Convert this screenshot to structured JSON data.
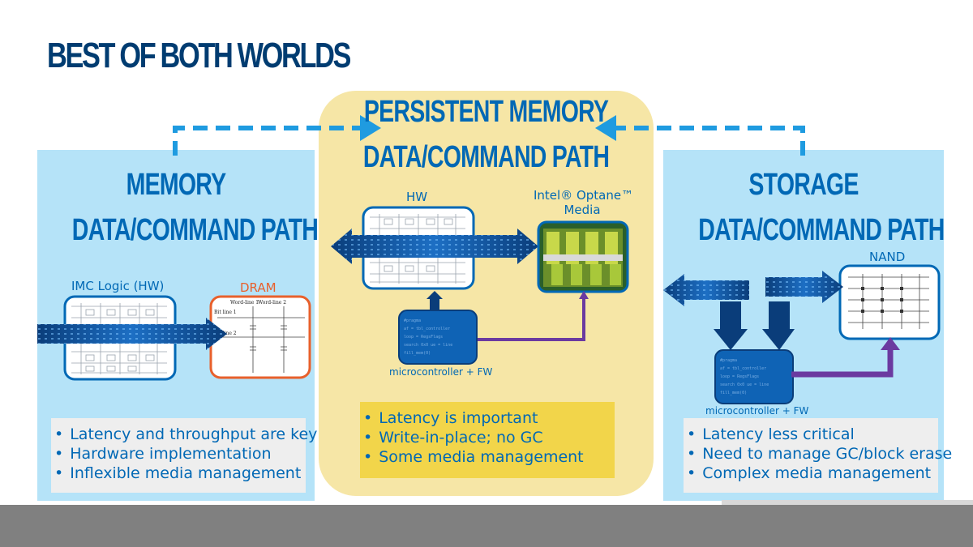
{
  "slide": {
    "title": "BEST OF BOTH WORLDS"
  },
  "memory": {
    "heading_line1": "MEMORY",
    "heading_line2": "DATA/COMMAND PATH",
    "imc_label": "IMC Logic (HW)",
    "dram_label": "DRAM",
    "dram_wordline1": "Word-line 1",
    "dram_wordline2": "Word-line 2",
    "dram_bitline1": "Bit line 1",
    "dram_bitline2": "Bit line 2",
    "bullets": [
      "Latency and throughput are key",
      "Hardware implementation",
      "Inflexible media management"
    ]
  },
  "persistent": {
    "heading_line1": "PERSISTENT MEMORY",
    "heading_line2": "DATA/COMMAND PATH",
    "hw_label": "HW",
    "optane_label_line1": "Intel® Optane™",
    "optane_label_line2": "Media",
    "mcu_label": "microcontroller + FW",
    "bullets": [
      "Latency is important",
      "Write-in-place; no GC",
      "Some media management"
    ]
  },
  "storage": {
    "heading_line1": "STORAGE",
    "heading_line2": "DATA/COMMAND PATH",
    "nand_label": "NAND",
    "mcu_label": "microcontroller + FW",
    "bullets": [
      "Latency less critical",
      "Need to manage GC/block erase",
      "Complex media management"
    ]
  },
  "colors": {
    "intel_blue": "#0068b5",
    "dark_blue": "#003c71",
    "panel_blue": "#b5e3f8",
    "panel_yellow": "#f6e6a6",
    "bullet_yellow": "#f2d54a",
    "dram_border": "#e8602c",
    "arrow_dashed": "#1f9be0",
    "purple_path": "#6b3aa0"
  }
}
